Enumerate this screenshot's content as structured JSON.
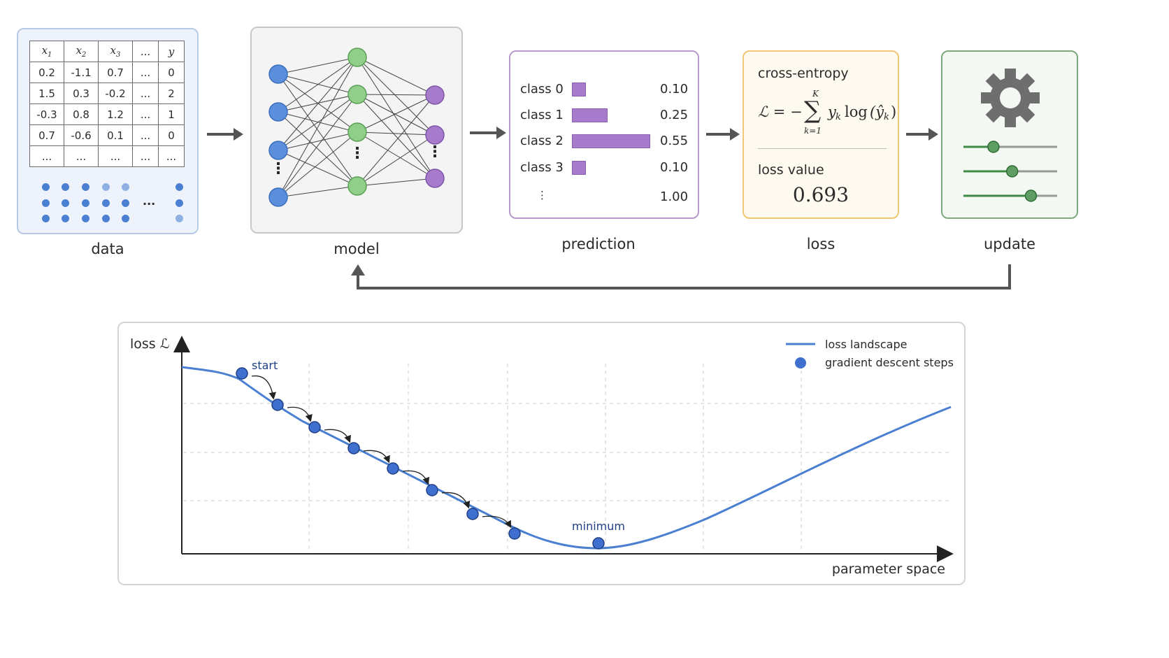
{
  "stages": {
    "data": "data",
    "model": "model",
    "prediction": "prediction",
    "loss": "loss",
    "update": "update"
  },
  "data_table": {
    "headers": [
      "x1",
      "x2",
      "x3",
      "...",
      "y"
    ],
    "rows": [
      [
        "0.2",
        "-1.1",
        "0.7",
        "...",
        "0"
      ],
      [
        "1.5",
        "0.3",
        "-0.2",
        "...",
        "2"
      ],
      [
        "-0.3",
        "0.8",
        "1.2",
        "...",
        "1"
      ],
      [
        "0.7",
        "-0.6",
        "0.1",
        "...",
        "0"
      ],
      [
        "...",
        "...",
        "...",
        "...",
        "..."
      ]
    ],
    "dots_ellipsis": "..."
  },
  "model_ellipsis": "⋮",
  "prediction": {
    "rows": [
      {
        "label": "class 0",
        "value": "0.10",
        "fraction": 0.1
      },
      {
        "label": "class 1",
        "value": "0.25",
        "fraction": 0.25
      },
      {
        "label": "class 2",
        "value": "0.55",
        "fraction": 0.55
      },
      {
        "label": "class 3",
        "value": "0.10",
        "fraction": 0.1
      }
    ],
    "ellipsis": "⋮",
    "total": "1.00"
  },
  "loss_card": {
    "title": "cross-entropy",
    "formula_lhs": "ℒ = −",
    "formula_sum": "∑",
    "formula_upper": "K",
    "formula_lower": "k=1",
    "formula_term": "y",
    "formula_sub": "k",
    "formula_log": "log",
    "formula_arg": "(ŷ",
    "formula_arg_sub": "k",
    "formula_close": ")",
    "value_label": "loss value",
    "value": "0.693"
  },
  "update_card": {
    "icon": "gear-icon",
    "sliders": [
      0.32,
      0.52,
      0.72
    ]
  },
  "chart_data": {
    "type": "line",
    "ylabel": "loss ℒ",
    "xlabel": "parameter space",
    "legend": [
      {
        "name": "loss landscape",
        "marker": "line"
      },
      {
        "name": "gradient descent steps",
        "marker": "dot"
      }
    ],
    "legend_position": "top-right",
    "grid": true,
    "annotations": [
      {
        "text": "start"
      },
      {
        "text": "minimum"
      }
    ],
    "steps_count": 9
  },
  "colors": {
    "line": "#4a7fd1",
    "dot": "#3f6fcf",
    "dot_edge": "#1f3f86",
    "bar": "#a77bcb",
    "input_node": "#5b8fdb",
    "hidden_node": "#8fcf8a",
    "output_node": "#a77bcb"
  }
}
